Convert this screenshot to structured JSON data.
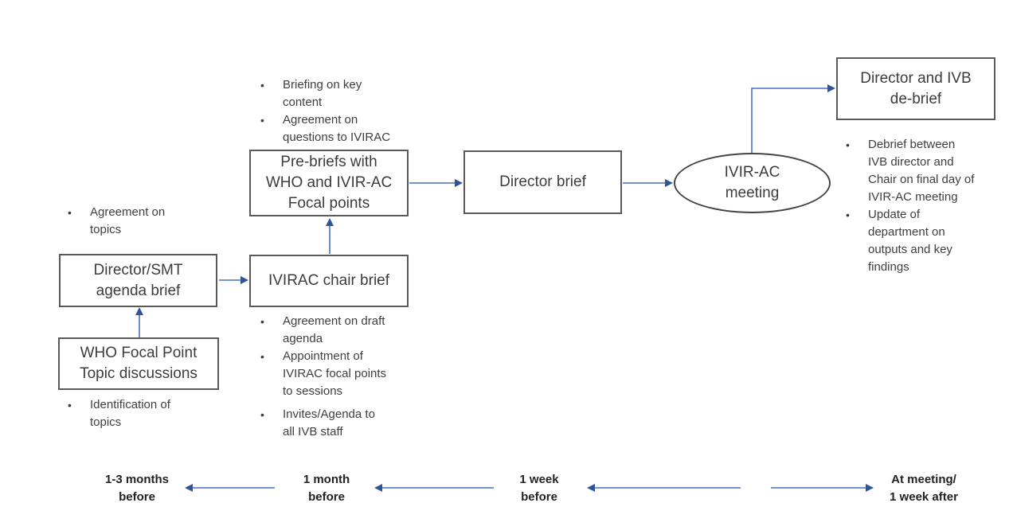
{
  "colors": {
    "arrow_line": "#4472C4",
    "arrow_head": "#2F5597",
    "box_border": "#595959",
    "body_text": "#3e3e3e",
    "timeline_text": "#222222"
  },
  "nodes": {
    "who_focal": {
      "label": "WHO Focal Point\nTopic discussions"
    },
    "director_smt": {
      "label": "Director/SMT\nagenda brief"
    },
    "ivirac_chair": {
      "label": "IVIRAC chair brief"
    },
    "pre_briefs": {
      "label": "Pre-briefs with\nWHO and IVIR-AC\nFocal points"
    },
    "director_brief": {
      "label": "Director brief"
    },
    "ivirac_meeting": {
      "label": "IVIR-AC\nmeeting"
    },
    "debrief": {
      "label": "Director and IVB\nde-brief"
    }
  },
  "bullets": {
    "topics_agreement": {
      "items": [
        "Agreement on\ntopics"
      ]
    },
    "topics_identification": {
      "items": [
        "Identification of\ntopics"
      ]
    },
    "prebrief_notes": {
      "items": [
        "Briefing on key\ncontent",
        "Agreement on\nquestions to IVIRAC"
      ]
    },
    "chair_notes": {
      "items": [
        "Agreement on draft\nagenda",
        "Appointment of\nIVIRAC focal points\nto sessions",
        "Invites/Agenda to\nall IVB staff"
      ]
    },
    "debrief_notes": {
      "items": [
        "Debrief between\nIVB director and\nChair on final day of\nIVIR-AC meeting",
        "Update of\ndepartment on\noutputs and key\nfindings"
      ]
    }
  },
  "timeline": {
    "labels": [
      "1-3 months\nbefore",
      "1 month\nbefore",
      "1 week\nbefore",
      "At meeting/\n1 week after"
    ]
  }
}
